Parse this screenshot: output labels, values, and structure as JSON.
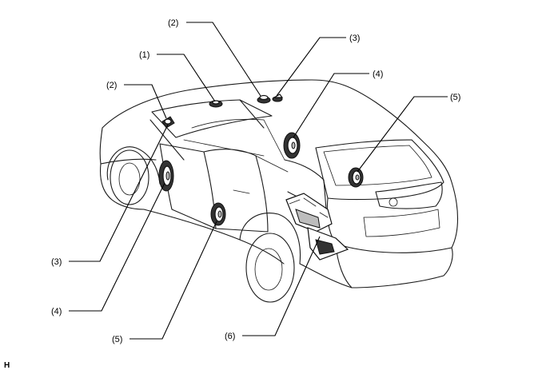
{
  "callouts": [
    {
      "id": "callout-2-top",
      "label": "(2)"
    },
    {
      "id": "callout-3-top",
      "label": "(3)"
    },
    {
      "id": "callout-1",
      "label": "(1)"
    },
    {
      "id": "callout-4-top",
      "label": "(4)"
    },
    {
      "id": "callout-2-left",
      "label": "(2)"
    },
    {
      "id": "callout-5-right",
      "label": "(5)"
    },
    {
      "id": "callout-3-left",
      "label": "(3)"
    },
    {
      "id": "callout-4-left",
      "label": "(4)"
    },
    {
      "id": "callout-5-bottom",
      "label": "(5)"
    },
    {
      "id": "callout-6",
      "label": "(6)"
    }
  ],
  "corner_code": "H"
}
